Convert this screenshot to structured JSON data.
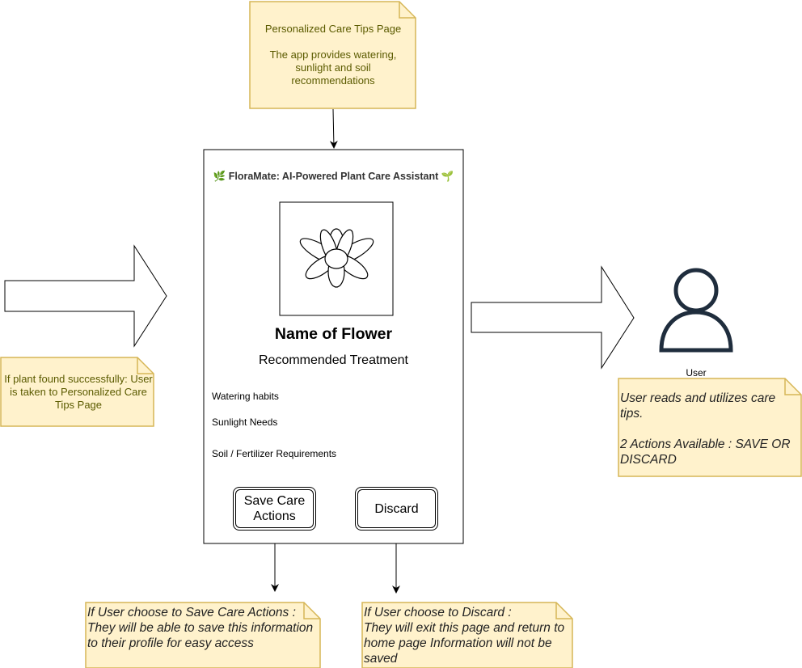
{
  "notes": {
    "top": {
      "title": "Personalized Care Tips Page",
      "body": "The app provides watering, sunlight and soil recommendations"
    },
    "left": {
      "text": "If plant found successfully: User is taken to Personalized Care Tips Page"
    },
    "right": {
      "line1": "User reads and utilizes care tips.",
      "line2": "2 Actions Available : SAVE OR DISCARD"
    },
    "bottom_left": {
      "heading": "If User choose to Save Care Actions :",
      "body": "They will be able to save this information to their profile for easy access"
    },
    "bottom_right": {
      "heading": "If User choose to Discard :",
      "body": "They will exit this page and return to home page Information will not be saved"
    }
  },
  "screen": {
    "app_title": "FloraMate: AI-Powered Plant Care Assistant",
    "title_icon_left": "🌿",
    "title_icon_right": "🌱",
    "image_icon": "flower-icon",
    "flower_name": "Name of Flower",
    "treatment_heading": "Recommended Treatment",
    "care_items": [
      "Watering habits",
      "Sunlight Needs",
      "Soil / Fertilizer Requirements"
    ],
    "save_button": "Save Care Actions",
    "discard_button": "Discard"
  },
  "actor": {
    "icon": "user-icon",
    "label": "User"
  },
  "colors": {
    "note_fill": "#fff2cc",
    "note_stroke": "#d6b656",
    "note_text": "#5b5b00",
    "user_icon": "#1f2d3d"
  }
}
